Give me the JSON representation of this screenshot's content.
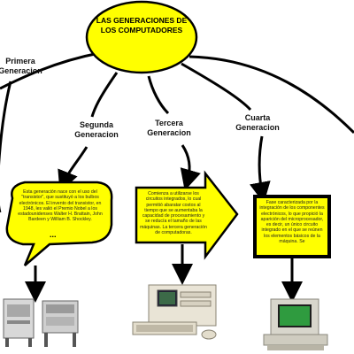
{
  "title": "LAS GENERACIONES DE LOS COMPUTADORES",
  "generations": [
    {
      "label": "Primera Generacion"
    },
    {
      "label": "Segunda Generacion",
      "text": "Esta generación nace con el uso del \"transistor\", que sustituyó a los bulbos electrónicos. El invento del transistor, en 1948, les valió el Premio Nobel a los estadounidenses Walter H. Brattain, John Bardeen y William B. Shockley."
    },
    {
      "label": "Tercera Generacion",
      "text": "Comienza a utilizarse los circuitos integrados, lo cual permitió abaratar costos al tiempo que se aumentaba la capacidad de procesamiento y se reducía el tamaño de las máquinas. La tercera generación de computadoras."
    },
    {
      "label": "Cuarta Generacion",
      "text": "Fase caracterizada por la integración de los componentes electrónicos, lo que propició la aparición del microprocesador, es decir, un único circuito integrado en el que se reúnen los elementos básicos de la máquina. Se"
    }
  ],
  "ellipsis": "...",
  "colors": {
    "title_fill": "#ffff00",
    "box_fill": "#ffff00",
    "border": "#000000"
  },
  "images": [
    "second-generation-machines",
    "third-generation-computer",
    "fourth-generation-computer"
  ]
}
